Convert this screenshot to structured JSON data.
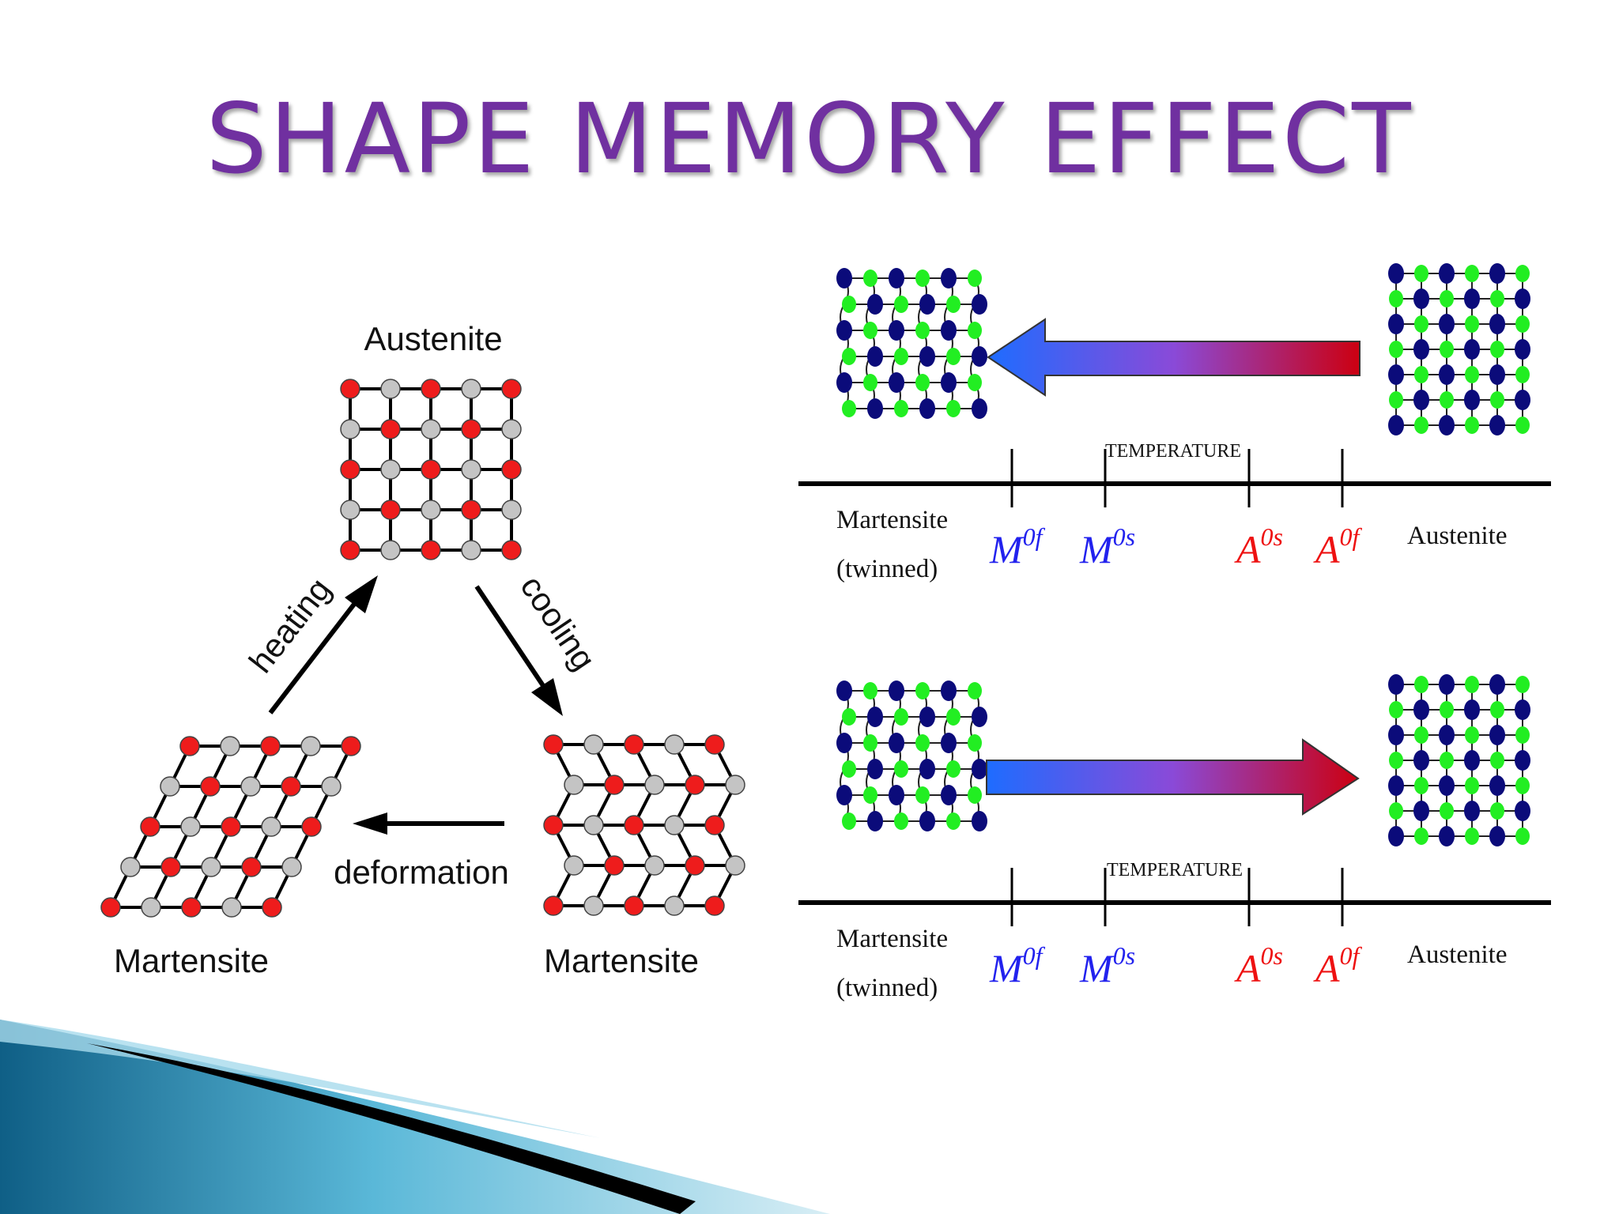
{
  "slide": {
    "title": "SHAPE MEMORY EFFECT"
  },
  "cycle_diagram": {
    "top_label": "Austenite",
    "bottom_left_label": "Martensite",
    "bottom_right_label": "Martensite",
    "left_arrow_label": "heating",
    "right_arrow_label": "cooling",
    "bottom_arrow_label": "deformation",
    "colors": {
      "red_atom": "#ee1c1c",
      "grey_atom": "#c4c4c4",
      "bond": "#000000"
    }
  },
  "temperature_diagrams": {
    "axis_label": "TEMPERATURE",
    "left_label_line1": "Martensite",
    "left_label_line2": "(twinned)",
    "right_label": "Austenite",
    "markers": [
      {
        "base": "M",
        "sup": "0f",
        "color": "#2222ee"
      },
      {
        "base": "M",
        "sup": "0s",
        "color": "#2222ee"
      },
      {
        "base": "A",
        "sup": "0s",
        "color": "#ee1111"
      },
      {
        "base": "A",
        "sup": "0f",
        "color": "#ee1111"
      }
    ],
    "colors": {
      "navy_atom": "#0b0b7a",
      "green_atom": "#22ee22",
      "arrow_cold": "#1e6cff",
      "arrow_hot": "#cc0011"
    }
  }
}
